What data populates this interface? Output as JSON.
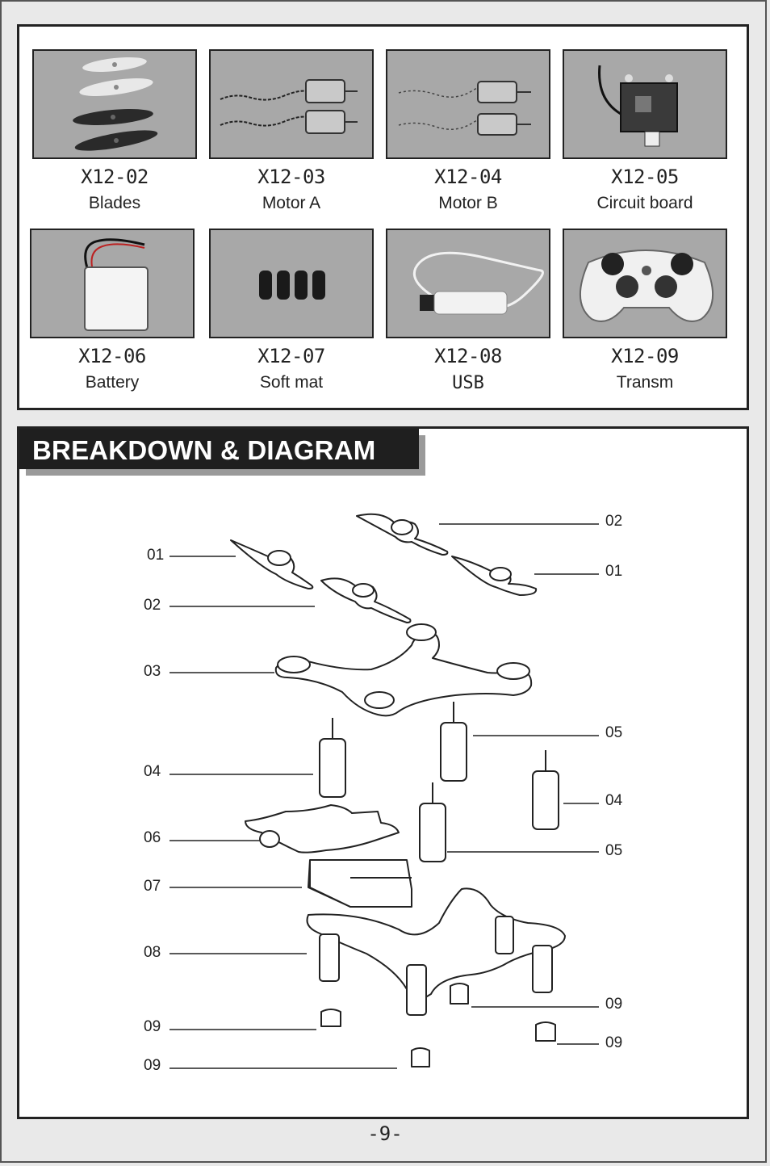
{
  "parts": [
    {
      "code": "X12-02",
      "name": "Blades",
      "icon": "blades-photo"
    },
    {
      "code": "X12-03",
      "name": "Motor A",
      "icon": "motor-a-photo"
    },
    {
      "code": "X12-04",
      "name": "Motor B",
      "icon": "motor-b-photo"
    },
    {
      "code": "X12-05",
      "name": "Circuit board",
      "icon": "circuit-board-photo"
    },
    {
      "code": "X12-06",
      "name": "Battery",
      "icon": "battery-photo"
    },
    {
      "code": "X12-07",
      "name": "Soft mat",
      "icon": "soft-mat-photo"
    },
    {
      "code": "X12-08",
      "name": "USB",
      "icon": "usb-cable-photo"
    },
    {
      "code": "X12-09",
      "name": "Transm",
      "icon": "transmitter-photo"
    }
  ],
  "diagram": {
    "title": "BREAKDOWN & DIAGRAM",
    "labels_left": [
      "01",
      "02",
      "03",
      "04",
      "06",
      "07",
      "08",
      "09",
      "09"
    ],
    "labels_right": [
      "02",
      "01",
      "05",
      "04",
      "05",
      "09",
      "09"
    ]
  },
  "page_number": "-9-",
  "colors": {
    "panel_border": "#222222",
    "photo_bg": "#a8a8a8",
    "title_bar": "#1f1f1f"
  }
}
